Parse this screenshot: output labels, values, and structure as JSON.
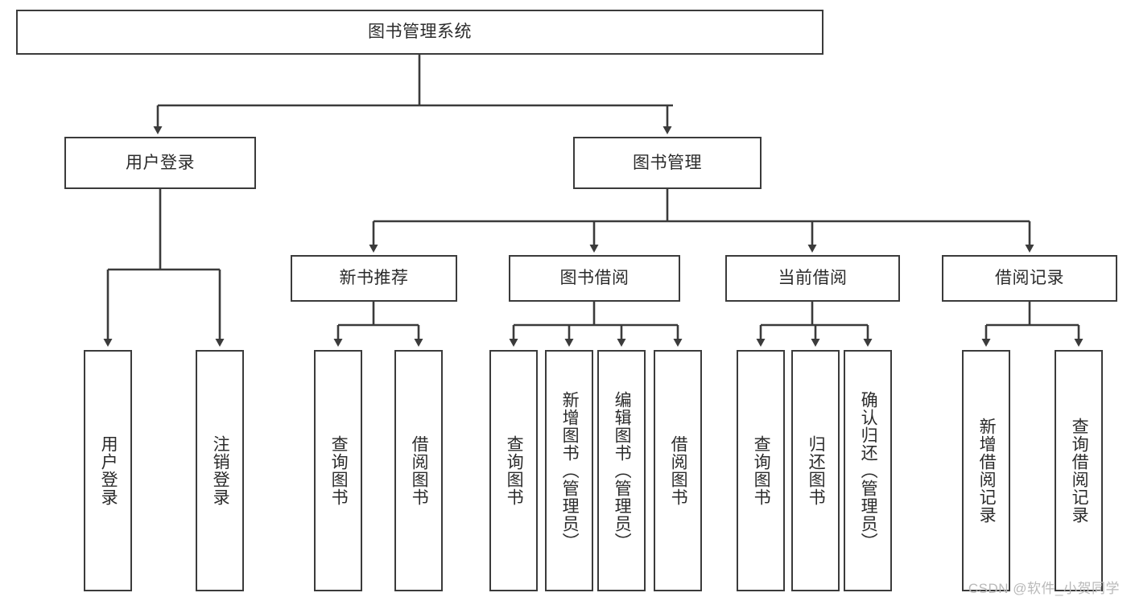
{
  "diagram": {
    "title": "图书管理系统",
    "type": "tree-hierarchy-diagram",
    "colors": {
      "box_border": "#3b3b3b",
      "box_fill": "#ffffff",
      "edge": "#3b3b3b",
      "text": "#2b2b2b",
      "watermark": "#b9b9b9"
    },
    "nodes": {
      "root": {
        "label": "图书管理系统"
      },
      "level2": [
        {
          "id": "user-login",
          "label": "用户登录"
        },
        {
          "id": "book-management",
          "label": "图书管理"
        }
      ],
      "level3": [
        {
          "id": "new-book-recommend",
          "label": "新书推荐"
        },
        {
          "id": "book-borrow",
          "label": "图书借阅"
        },
        {
          "id": "current-borrow",
          "label": "当前借阅"
        },
        {
          "id": "borrow-record",
          "label": "借阅记录"
        }
      ],
      "leaves": {
        "user_login": [
          {
            "id": "leaf-user-login",
            "label": "用户登录"
          },
          {
            "id": "leaf-logout-login",
            "label": "注销登录"
          }
        ],
        "new_book_recommend": [
          {
            "id": "leaf-query-book-1",
            "label": "查询图书"
          },
          {
            "id": "leaf-borrow-book-1",
            "label": "借阅图书"
          }
        ],
        "book_borrow": [
          {
            "id": "leaf-query-book-2",
            "label": "查询图书"
          },
          {
            "id": "leaf-add-book",
            "label": "新增图书（管理员）"
          },
          {
            "id": "leaf-edit-book",
            "label": "编辑图书（管理员）"
          },
          {
            "id": "leaf-borrow-book-2",
            "label": "借阅图书"
          }
        ],
        "current_borrow": [
          {
            "id": "leaf-query-book-3",
            "label": "查询图书"
          },
          {
            "id": "leaf-return-book",
            "label": "归还图书"
          },
          {
            "id": "leaf-confirm-return",
            "label": "确认归还（管理员）"
          }
        ],
        "borrow_record": [
          {
            "id": "leaf-add-borrow-record",
            "label": "新增借阅记录"
          },
          {
            "id": "leaf-query-borrow-record",
            "label": "查询借阅记录"
          }
        ]
      }
    }
  },
  "watermark": {
    "text": "CSDN @软件_小贺同学"
  }
}
